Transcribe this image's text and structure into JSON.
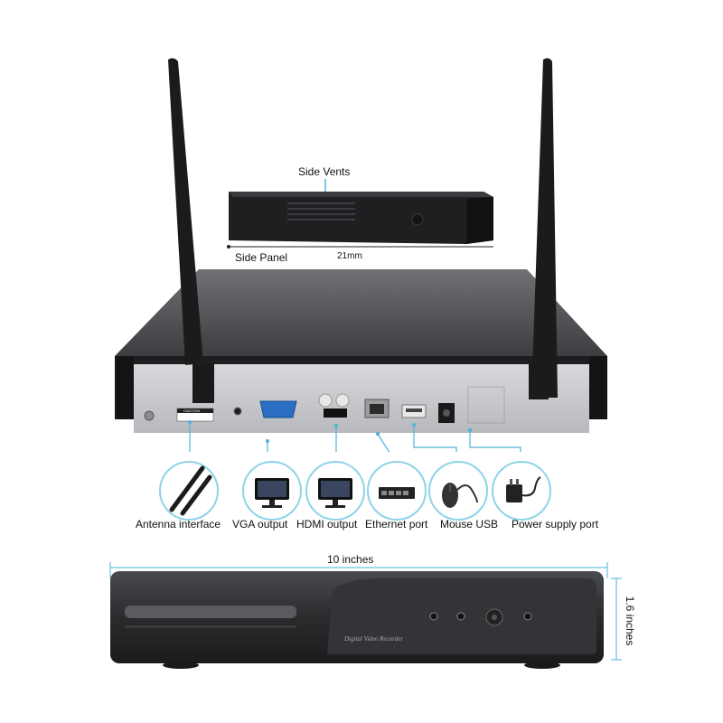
{
  "side_view": {
    "vents_label": "Side Vents",
    "panel_label": "Side Panel",
    "thickness_label": "21mm"
  },
  "rear_panel": {
    "caution_label": "CAUTION"
  },
  "callouts": [
    {
      "label": "Antenna interface",
      "icon": "antenna-icon"
    },
    {
      "label": "VGA output",
      "icon": "monitor-icon"
    },
    {
      "label": "HDMI output",
      "icon": "monitor-icon"
    },
    {
      "label": "Ethernet port",
      "icon": "router-icon"
    },
    {
      "label": "Mouse USB",
      "icon": "mouse-icon"
    },
    {
      "label": "Power supply port",
      "icon": "power-adapter-icon"
    }
  ],
  "front_view": {
    "width_label": "10 inches",
    "height_label": "1.6 inches",
    "badge": "Digital Video Recorder"
  },
  "colors": {
    "callout_ring": "#8fd3ea",
    "vga_port": "#2a6fc4",
    "device_body": "#2b2c2e",
    "rear_plate": "#c9cbce"
  }
}
